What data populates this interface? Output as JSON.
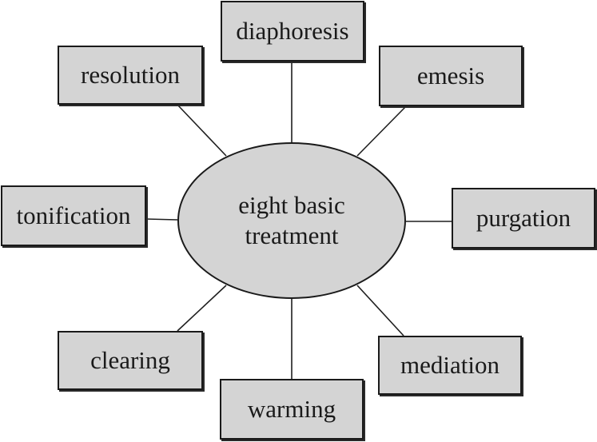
{
  "diagram": {
    "center": {
      "line1": "eight basic",
      "line2": "treatment"
    },
    "nodes": {
      "diaphoresis": "diaphoresis",
      "resolution": "resolution",
      "emesis": "emesis",
      "tonification": "tonification",
      "purgation": "purgation",
      "clearing": "clearing",
      "mediation": "mediation",
      "warming": "warming"
    },
    "colors": {
      "fill": "#d4d4d4",
      "stroke": "#1a1a1a"
    }
  }
}
